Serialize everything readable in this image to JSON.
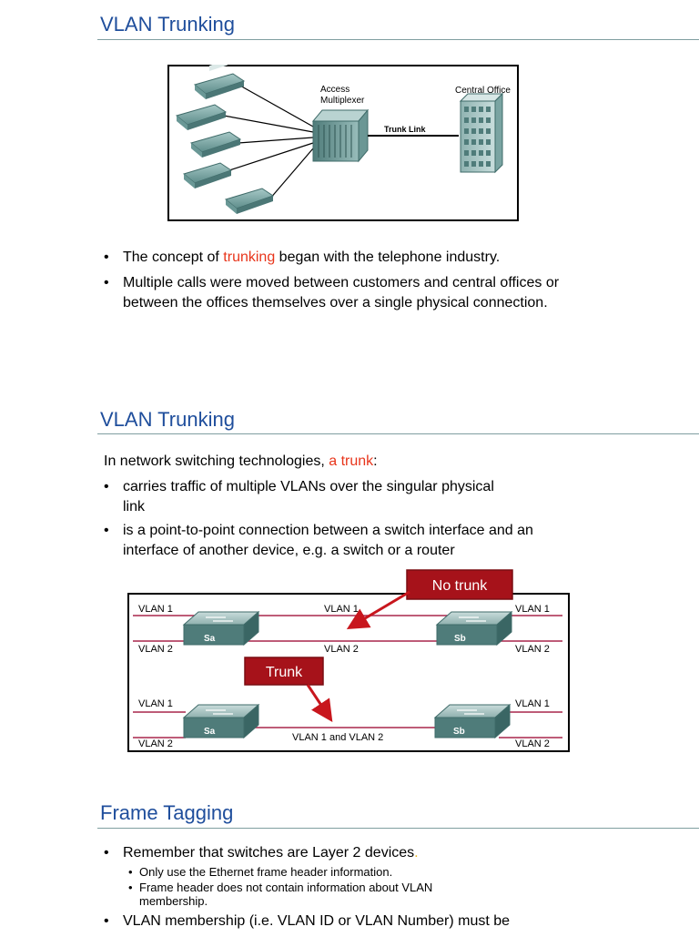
{
  "section1": {
    "title": "VLAN Trunking",
    "figure": {
      "access_multiplexer_line1": "Access",
      "access_multiplexer_line2": "Multiplexer",
      "central_office": "Central Office",
      "trunk_link": "Trunk Link"
    },
    "bullets": [
      {
        "before": "The concept of ",
        "highlight": "trunking",
        "after": " began with the telephone industry."
      },
      {
        "text": "Multiple calls were moved between customers and central offices or between the offices themselves over a single physical connection."
      }
    ]
  },
  "section2": {
    "title": "VLAN Trunking",
    "intro_before": "In network switching technologies, ",
    "intro_highlight": "a trunk",
    "intro_after": ":",
    "bullets": [
      "carries traffic of multiple VLANs over the singular physical link",
      "is a point-to-point connection between a switch interface and an interface of another device, e.g. a switch or a router"
    ],
    "figure": {
      "no_trunk_label": "No trunk",
      "trunk_label": "Trunk",
      "vlan1": "VLAN 1",
      "vlan2": "VLAN 2",
      "vlan1_and_vlan2": "VLAN 1 and VLAN 2",
      "switch_a": "Sa",
      "switch_b": "Sb"
    }
  },
  "section3": {
    "title": "Frame Tagging",
    "bullet1": "Remember that switches are Layer 2 devices",
    "bullet1_suffix": ".",
    "sub_bullets": [
      "Only use the Ethernet frame header information.",
      "Frame header does not contain information about VLAN membership."
    ],
    "bullet2": "VLAN membership (i.e. VLAN ID or VLAN Number) must be"
  }
}
